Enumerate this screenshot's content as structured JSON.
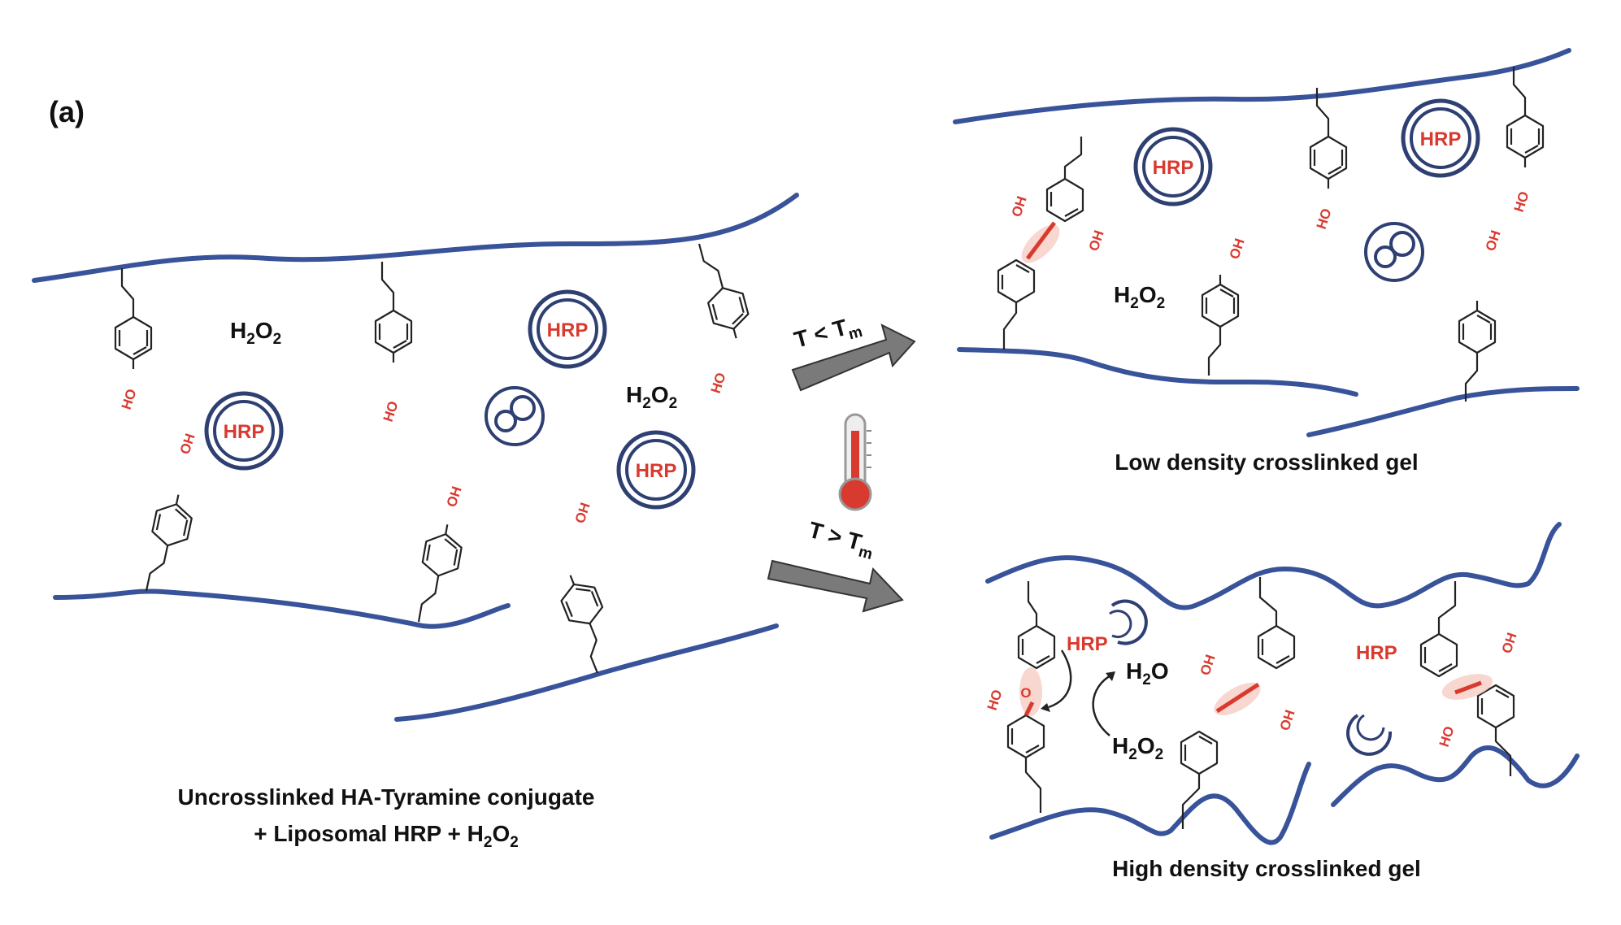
{
  "panel_label": "(a)",
  "left_caption_line1": "Uncrosslinked HA-Tyramine conjugate",
  "left_caption_line2_main": "+ Liposomal HRP + H",
  "left_caption_line2_sub": "2",
  "left_caption_line2_mid": "O",
  "left_caption_line2_sub2": "2",
  "h2o2": {
    "h": "H",
    "two": "2",
    "o": "O"
  },
  "h2o": {
    "h": "H",
    "two": "2",
    "o": "O"
  },
  "hrp_label": "HRP",
  "oh_label": "OH",
  "ho_label": "HO",
  "o_label": "O",
  "arrow_low": {
    "main": "T < T",
    "sub": "m"
  },
  "arrow_high": {
    "main": "T > T",
    "sub": "m"
  },
  "low_caption": "Low density crosslinked gel",
  "high_caption": "High density crosslinked gel",
  "colors": {
    "chain": "#39539a",
    "accent": "#d93a2f",
    "arrow": "#7a7a7a",
    "ink": "#111111"
  }
}
